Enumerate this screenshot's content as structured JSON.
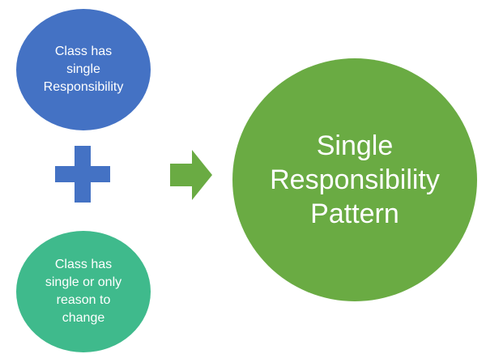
{
  "diagram": {
    "circle_top": {
      "text": "Class has\nsingle\nResponsibility",
      "color": "#4472c4"
    },
    "circle_bottom": {
      "text": "Class has\nsingle or only\nreason to\nchange",
      "color": "#3fba8c"
    },
    "circle_result": {
      "text": "Single\nResponsibility\nPattern",
      "color": "#6aab43"
    },
    "plus_color": "#4472c4",
    "arrow_color": "#6aab43"
  }
}
